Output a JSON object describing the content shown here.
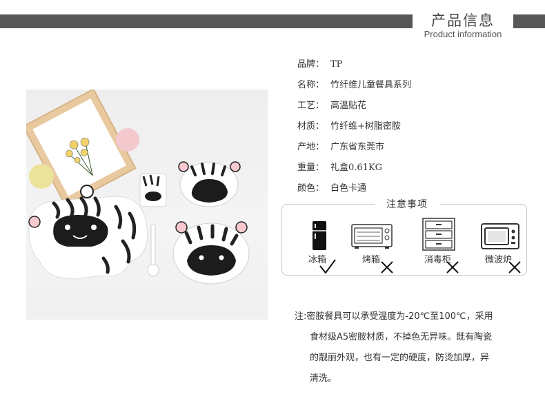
{
  "header": {
    "title": "产品信息",
    "subtitle": "Product information"
  },
  "specs": [
    {
      "label": "品牌：",
      "value": "TP"
    },
    {
      "label": "名称：",
      "value": "竹纤维儿童餐具系列"
    },
    {
      "label": "工艺：",
      "value": "高温贴花"
    },
    {
      "label": "材质：",
      "value": "竹纤维+树脂密胺"
    },
    {
      "label": "产地：",
      "value": "广东省东莞市"
    },
    {
      "label": "重量：",
      "value": "礼盒0.61KG"
    },
    {
      "label": "颜色：",
      "value": "白色卡通"
    }
  ],
  "caution": {
    "title": "注意事项",
    "items": [
      {
        "label": "冰箱",
        "icon": "fridge-icon",
        "allowed": true
      },
      {
        "label": "烤箱",
        "icon": "oven-icon",
        "allowed": false
      },
      {
        "label": "消毒柜",
        "icon": "sterilizer-cabinet-icon",
        "allowed": false
      },
      {
        "label": "微波炉",
        "icon": "microwave-icon",
        "allowed": false
      }
    ]
  },
  "note": {
    "lines": [
      "注:密胺餐具可以承受温度为-20℃至100℃，采用",
      "食材级A5密胺材质，不掉色无异味。既有陶瓷",
      "的靓丽外观，也有一定的硬度，防烫加厚，异",
      "清洗。"
    ]
  },
  "colors": {
    "header_bar": "#575757",
    "frame_wood": "#e8c9a0",
    "pink_ball": "#f3c9ce",
    "yellow_ball": "#ece39a"
  }
}
